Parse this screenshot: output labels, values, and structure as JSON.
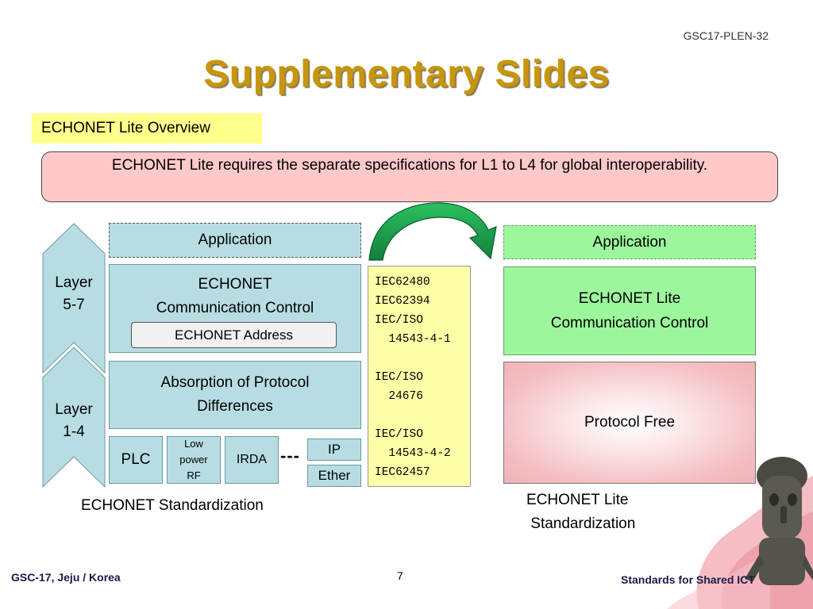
{
  "header": {
    "doc_id": "GSC17-PLEN-32",
    "title": "Supplementary Slides",
    "section_tag": "ECHONET Lite Overview"
  },
  "note": "ECHONET Lite requires the separate specifications for L1 to L4 for global interoperability.",
  "left_stack": {
    "layer_upper": "Layer\n5-7",
    "layer_lower": "Layer\n1-4",
    "application": "Application",
    "comm_control": "ECHONET\nCommunication Control",
    "address": "ECHONET Address",
    "absorption": "Absorption of Protocol\nDifferences",
    "plc": "PLC",
    "low_power_rf": "Low\npower\nRF",
    "irda": "IRDA",
    "connector": "---",
    "ip": "IP",
    "ether": "Ether",
    "caption": "ECHONET Standardization"
  },
  "standards_list": "IEC62480\nIEC62394\nIEC/ISO\n  14543-4-1\n\nIEC/ISO\n  24676\n\nIEC/ISO\n  14543-4-2\nIEC62457",
  "right_stack": {
    "application": "Application",
    "comm_control": "ECHONET Lite\nCommunication Control",
    "protocol_free": "Protocol Free",
    "caption": "ECHONET Lite\n Standardization"
  },
  "footer": {
    "left": "GSC-17, Jeju / Korea",
    "page": "7",
    "right": "Standards for Shared ICT"
  },
  "colors": {
    "title": "#c8960c",
    "tag": "#ffff8c",
    "note": "#ffc9c9",
    "layer_blue": "#b7dde3",
    "green": "#9cf79c",
    "yellow": "#ffffa8",
    "arrow": "#1aa050"
  }
}
